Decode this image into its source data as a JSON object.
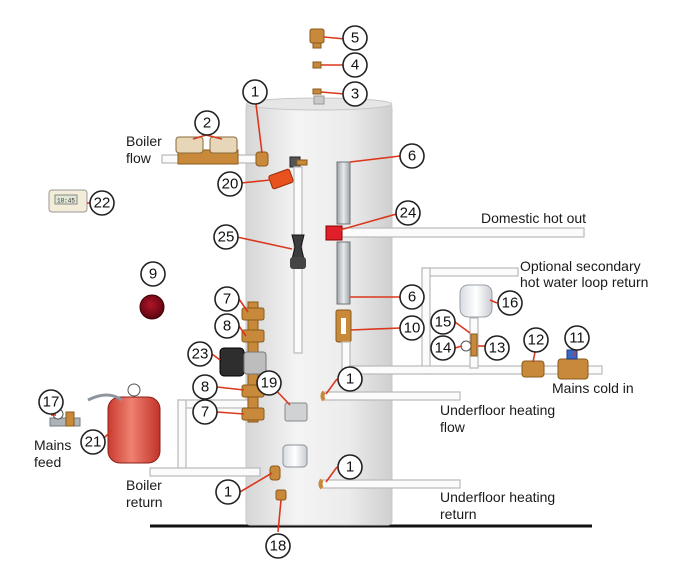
{
  "labels": {
    "boiler_flow_1": "Boiler",
    "boiler_flow_2": "flow",
    "domestic_hot_out": "Domestic hot out",
    "secondary_1": "Optional secondary",
    "secondary_2": "hot water loop return",
    "mains_cold_in": "Mains cold in",
    "ufh_flow_1": "Underfloor heating",
    "ufh_flow_2": "flow",
    "ufh_return_1": "Underfloor heating",
    "ufh_return_2": "return",
    "boiler_return_1": "Boiler",
    "boiler_return_2": "return",
    "mains_feed_1": "Mains",
    "mains_feed_2": "feed",
    "programmer_display": "18:45"
  },
  "callouts": {
    "c1a": "1",
    "c1b": "1",
    "c1c": "1",
    "c1d": "1",
    "c2": "2",
    "c3": "3",
    "c4": "4",
    "c5": "5",
    "c6a": "6",
    "c6b": "6",
    "c7a": "7",
    "c7b": "7",
    "c8a": "8",
    "c8b": "8",
    "c9": "9",
    "c10": "10",
    "c11": "11",
    "c12": "12",
    "c13": "13",
    "c14": "14",
    "c15": "15",
    "c16": "16",
    "c17": "17",
    "c18": "18",
    "c19": "19",
    "c20": "20",
    "c21": "21",
    "c22": "22",
    "c23": "23",
    "c24": "24",
    "c25": "25"
  },
  "colors": {
    "leader": "#d9381e",
    "brass": "#c8893a",
    "vessel_red": "#e0584a",
    "dark_red": "#7a0a14"
  }
}
